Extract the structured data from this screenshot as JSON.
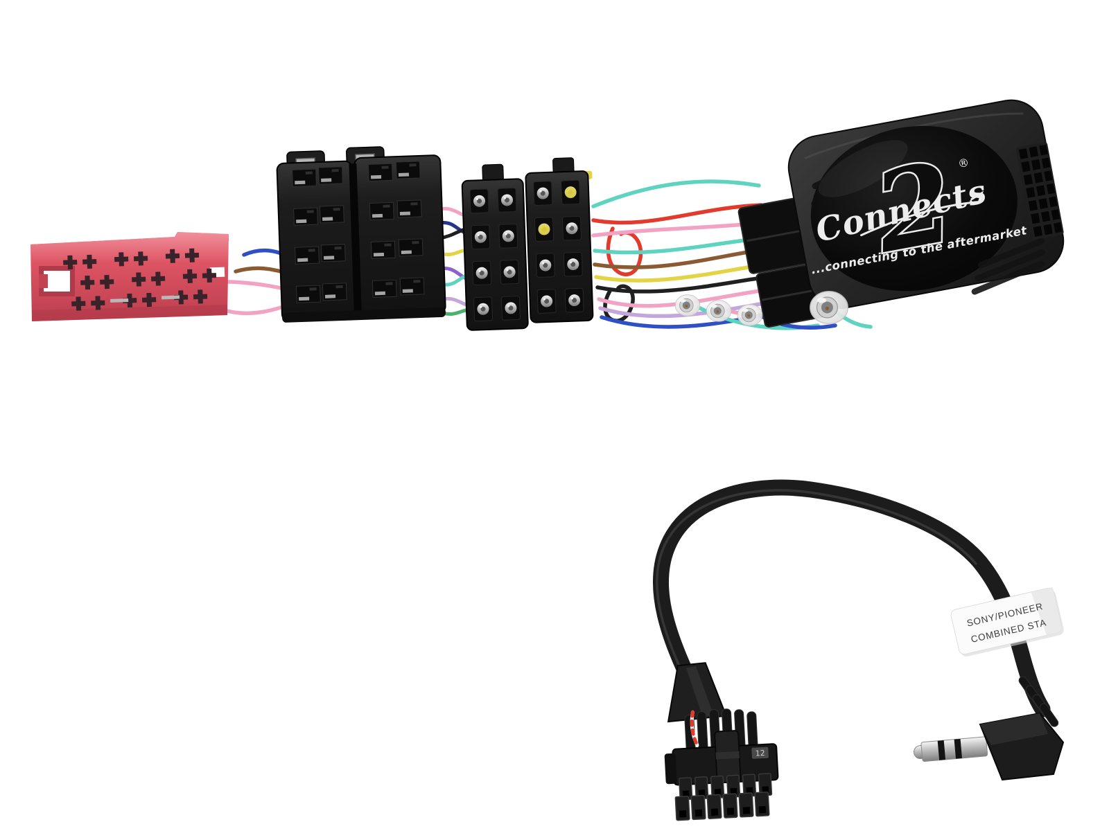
{
  "product_photo": {
    "background_color": "#ffffff"
  },
  "interface_box": {
    "brand_script": "Connects",
    "brand_numeral": "2",
    "registered_mark": "®",
    "tagline": "...connecting to the aftermarket",
    "body_color": "#232323",
    "badge_color": "#0a0a0a",
    "text_color": "#ededed"
  },
  "patch_cable": {
    "label_line1": "SONY/PIONEER",
    "label_line2": "COMBINED STA",
    "label_bg": "#fbfbfb",
    "label_text_color": "#3d3d3d",
    "plug_pin_marking": "12"
  },
  "palette": {
    "mini_iso_red": "#dc5060",
    "mini_iso_red_top": "#ee8591",
    "mini_iso_red_dark": "#b03a49",
    "connector_black": "#171717",
    "metal_silver": "#c9c9c9",
    "cable_black": "#1c1c1c"
  },
  "wire_colors": {
    "teal": "#5ed3c0",
    "red": "#e23b2e",
    "pink": "#f2a3c3",
    "brown": "#8a5a33",
    "yellow": "#e3d345",
    "black": "#202020",
    "blue": "#2e4fc5",
    "navy": "#27348f",
    "purple": "#8a63c9",
    "lavender": "#c4a6dd",
    "green": "#49b36b"
  }
}
